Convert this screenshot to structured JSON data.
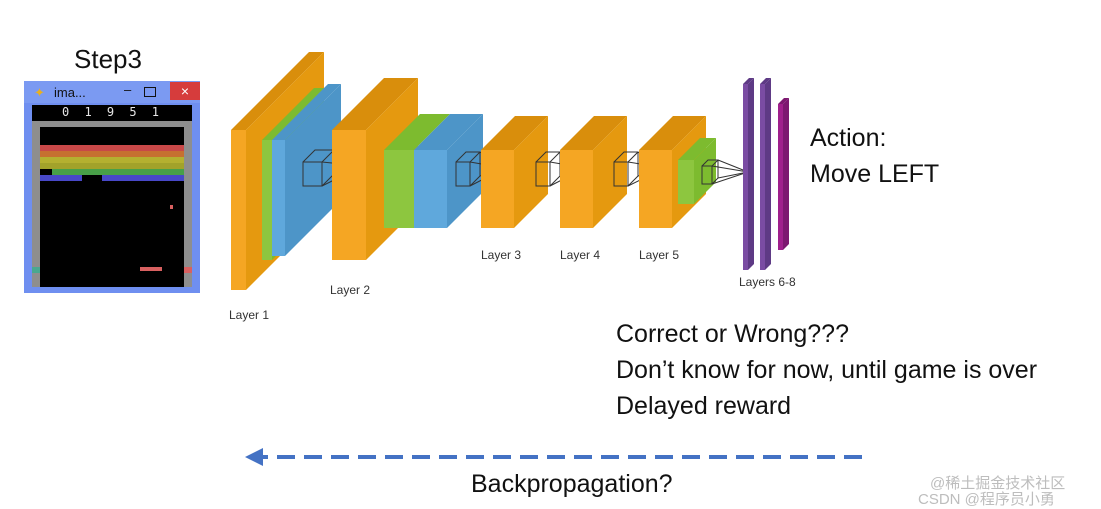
{
  "step_title": "Step3",
  "game": {
    "window_title": "ima...",
    "app_icon": "joystick-icon",
    "minimize_glyph": "–",
    "close_glyph": "×",
    "score": "0 1 9  5  1",
    "brick_colors": [
      "#c84848",
      "#c67030",
      "#b4b030",
      "#a2a22a",
      "#48a048",
      "#4848c8"
    ]
  },
  "network": {
    "layer_labels": [
      "Layer 1",
      "Layer 2",
      "Layer 3",
      "Layer 4",
      "Layer 5",
      "Layers 6-8"
    ],
    "colors": {
      "orange": "#f5a623",
      "orange_top": "#d98e0c",
      "green": "#8dc63f",
      "blue": "#5fa8dc",
      "purple": "#7a4ca3",
      "magenta": "#a0208c"
    }
  },
  "action": {
    "line1": "Action:",
    "line2": "Move LEFT"
  },
  "question": {
    "line1": "Correct or Wrong???",
    "line2": "Don’t know for now, until game is over",
    "line3": "Delayed reward"
  },
  "backprop": {
    "label": "Backpropagation?",
    "arrow_color": "#4472c4"
  },
  "watermark": {
    "line1": "@稀土掘金技术社区",
    "line2": "CSDN @程序员小勇"
  }
}
